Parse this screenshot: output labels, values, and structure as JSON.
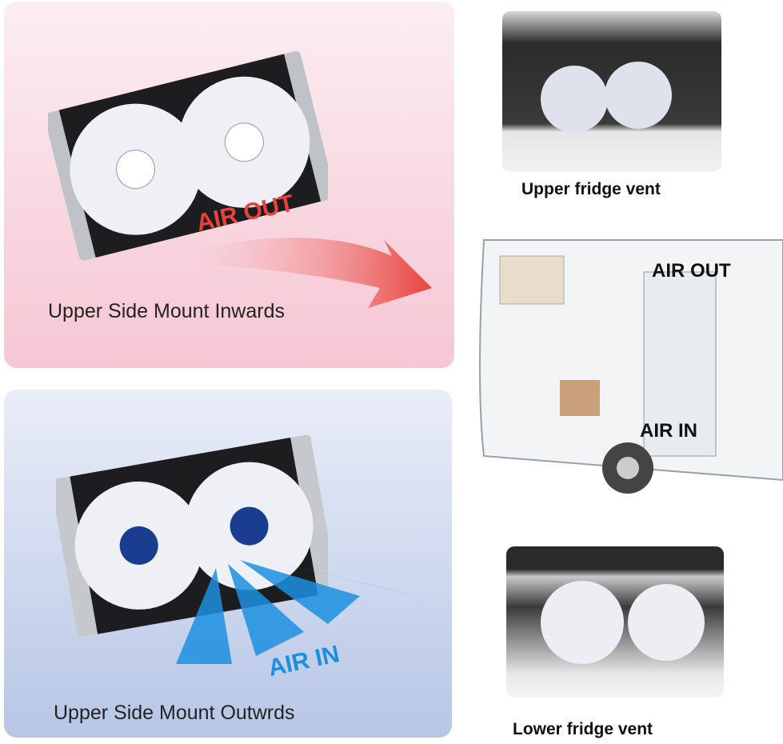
{
  "panels": {
    "inwards": {
      "caption": "Upper Side Mount Inwards",
      "airflow_label": "AIR OUT",
      "airflow_color": "#e8423b"
    },
    "outwards": {
      "caption": "Upper Side Mount Outwrds",
      "airflow_label": "AIR IN",
      "airflow_color": "#1c8fe0"
    }
  },
  "photos": {
    "upper": {
      "caption": "Upper fridge vent"
    },
    "lower": {
      "caption": "Lower fridge vent"
    }
  },
  "rv_diagram": {
    "air_out_label": "AIR OUT",
    "air_in_label": "AIR IN"
  }
}
